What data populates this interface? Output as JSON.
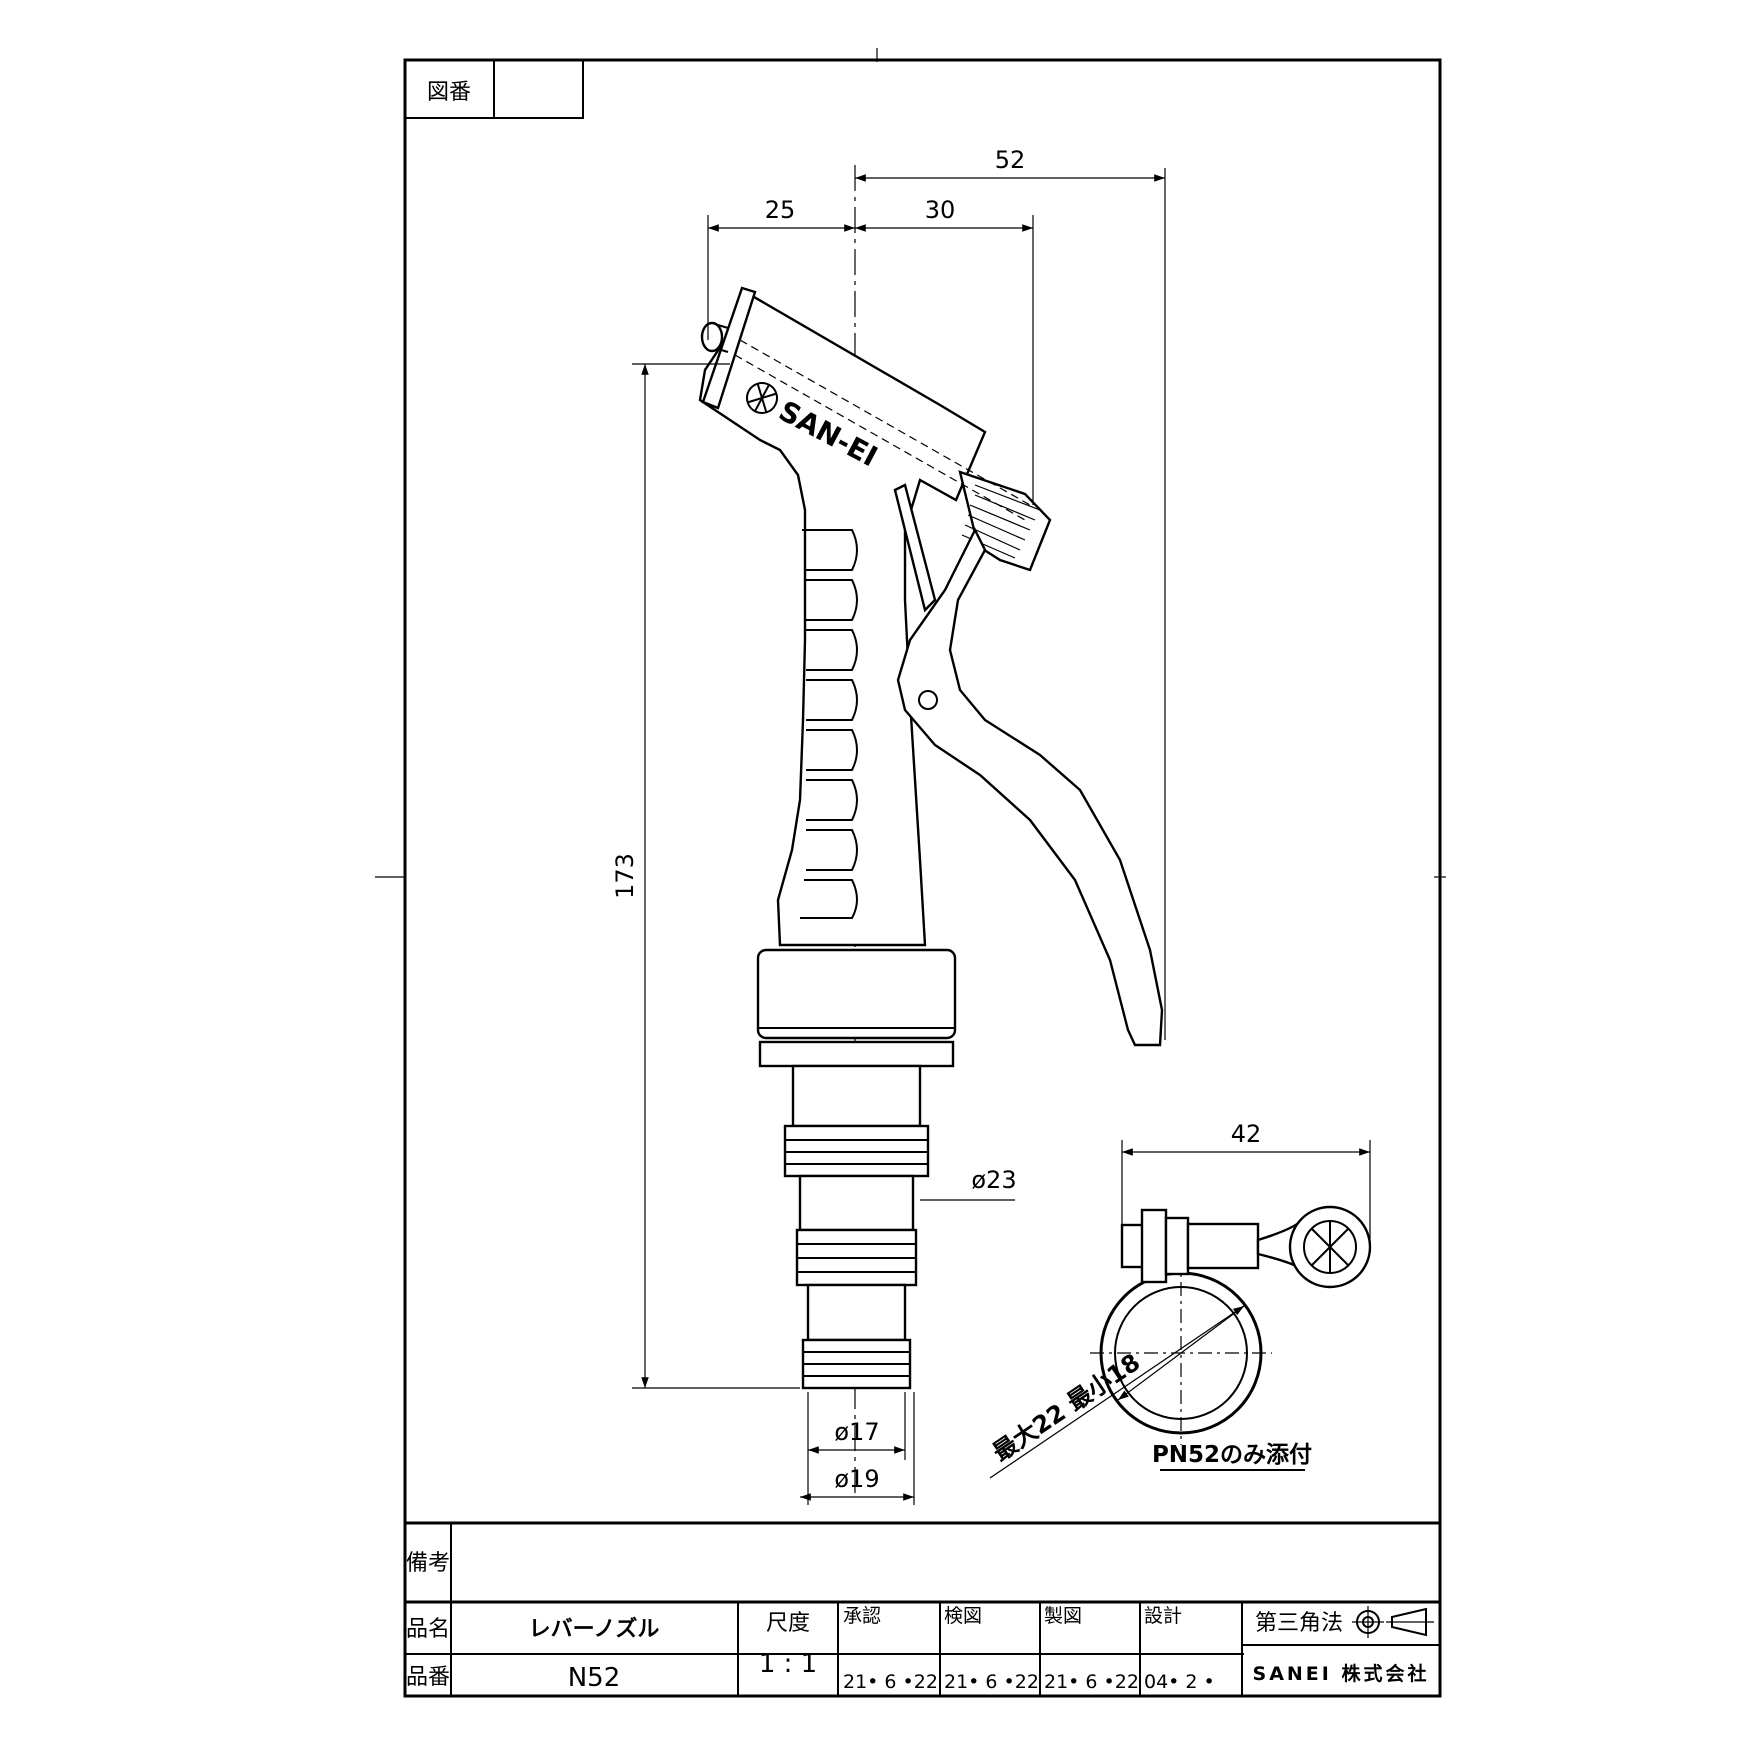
{
  "drawing_number_label": "図番",
  "drawing_number_value": "",
  "dimensions": {
    "d52": "52",
    "d25": "25",
    "d30": "30",
    "d173": "173",
    "phi23": "ø23",
    "phi17": "ø17",
    "phi19": "ø19",
    "d42": "42",
    "band": "最大22 最小18"
  },
  "logo_text": "SAN-EI",
  "note_accessory": "PN52のみ添付",
  "title_block": {
    "remarks_label": "備考",
    "remarks_value": "",
    "name_label": "品名",
    "name_value": "レバーノズル",
    "number_label": "品番",
    "number_value": "N52",
    "scale_label": "尺度",
    "scale_value": "1 : 1",
    "approval_label": "承認",
    "approval_date": "21• 6 •22",
    "check_label": "検図",
    "check_date": "21• 6 •22",
    "draft_label": "製図",
    "draft_date": "21• 6 •22",
    "design_label": "設計",
    "design_date": "04• 2 •",
    "projection_label": "第三角法",
    "company": "SANEI 株式会社"
  }
}
